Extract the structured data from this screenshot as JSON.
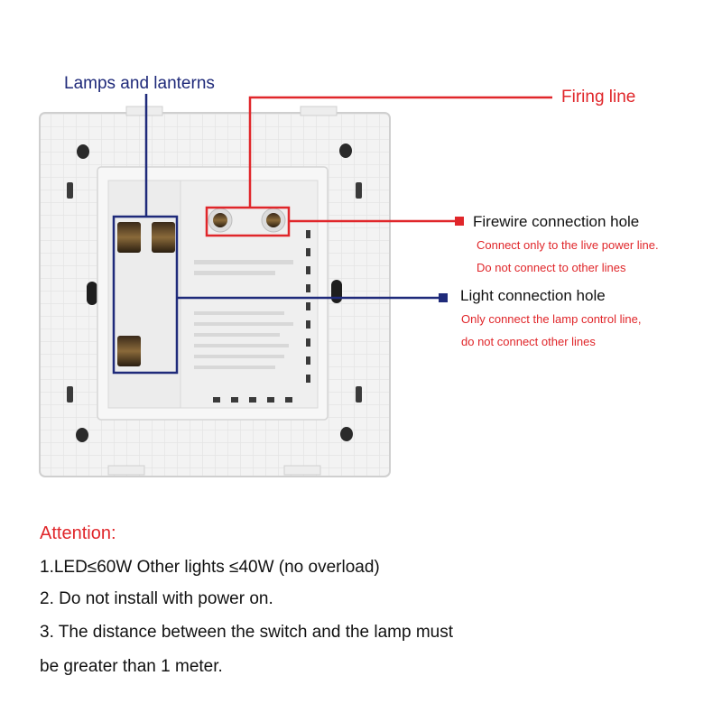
{
  "labels": {
    "lamps": "Lamps and lanterns",
    "firing_line": "Firing line",
    "firewire_hole": "Firewire connection hole",
    "firewire_note_1": "Connect only to the live power line.",
    "firewire_note_2": "Do not connect to other lines",
    "light_hole": "Light connection hole",
    "light_note_1": "Only connect the lamp control line,",
    "light_note_2": "do not connect other lines"
  },
  "attention": {
    "title": "Attention:",
    "line_1": "1.LED≤60W Other lights ≤40W (no overload)",
    "line_2": "2. Do not install with power on.",
    "line_3a": "3. The distance between the switch and the lamp must",
    "line_3b": "be greater than 1 meter."
  },
  "colors": {
    "lamp_wire": "#1f2a7a",
    "live_wire": "#e0262a",
    "panel": "#f2f2f2"
  }
}
